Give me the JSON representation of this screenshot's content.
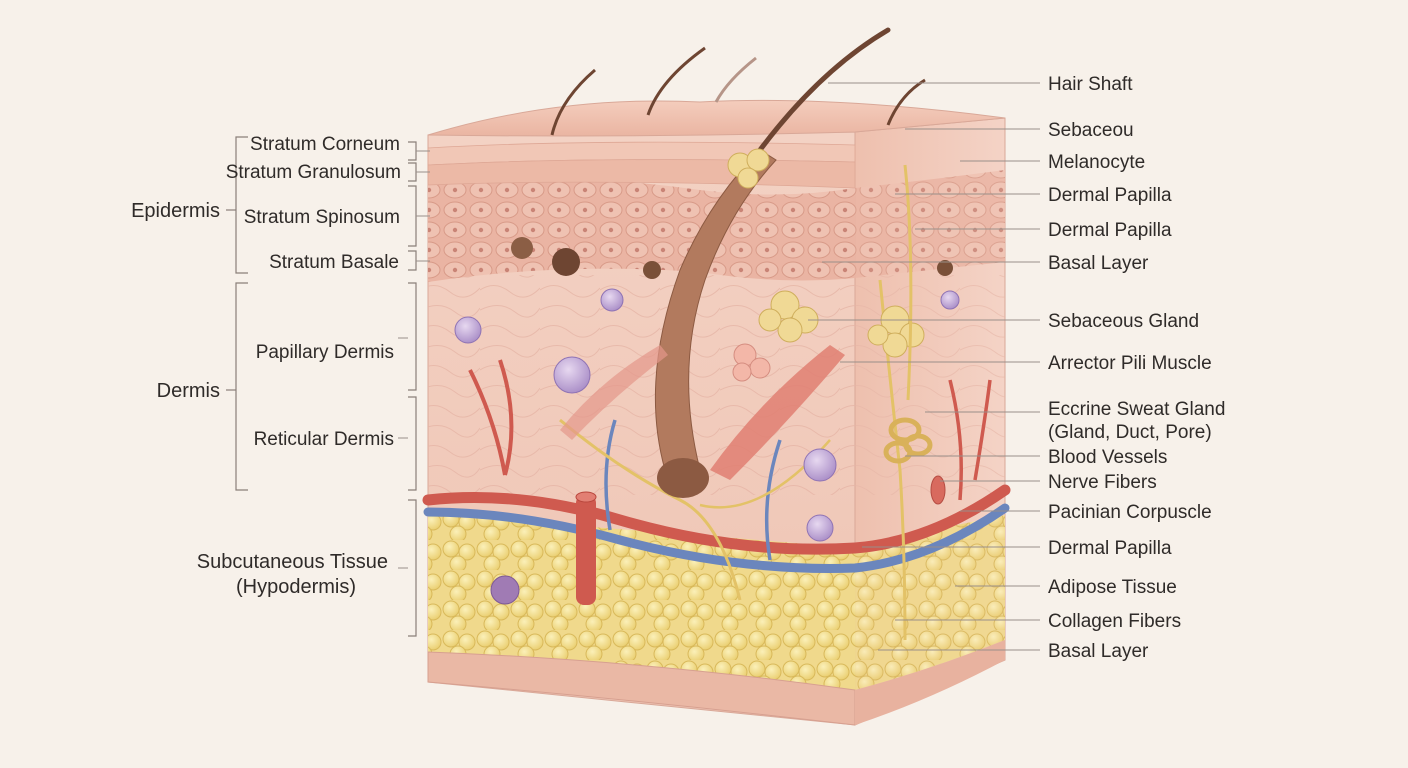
{
  "colors": {
    "background": "#f7f1ea",
    "skin_surface": "#f0c3b2",
    "epidermis_cells": "#e9b3a1",
    "dermis": "#f2cfc2",
    "hypodermis_fat": "#f2dc8a",
    "artery": "#cf5a4f",
    "vein": "#6b86bd",
    "nerve": "#e3c267",
    "hair": "#6e4532",
    "label_text": "#2f2b29",
    "leader_line": "#9a8f89"
  },
  "left_groups": [
    {
      "id": "epidermis",
      "label": "Epidermis"
    },
    {
      "id": "dermis",
      "label": "Dermis"
    },
    {
      "id": "hypodermis",
      "label_lines": [
        "Subcutaneous Tissue",
        "(Hypodermis)"
      ]
    }
  ],
  "left_labels": [
    "Stratum Corneum",
    "Stratum Granulosum",
    "Stratum Spinosum",
    "Stratum Basale",
    "Papillary Dermis",
    "Reticular Dermis"
  ],
  "right_labels": [
    "Hair Shaft",
    "Sebaceou",
    "Melanocyte",
    "Dermal Papilla",
    "Dermal Papilla",
    "Basal Layer",
    "Sebaceous Gland",
    "Arrector Pili Muscle",
    [
      "Eccrine Sweat Gland",
      "(Gland, Duct, Pore)"
    ],
    "Blood Vessels",
    "Nerve Fibers",
    "Pacinian Corpuscle",
    "Dermal Papilla",
    "Adipose Tissue",
    "Collagen Fibers",
    "Basal Layer"
  ]
}
